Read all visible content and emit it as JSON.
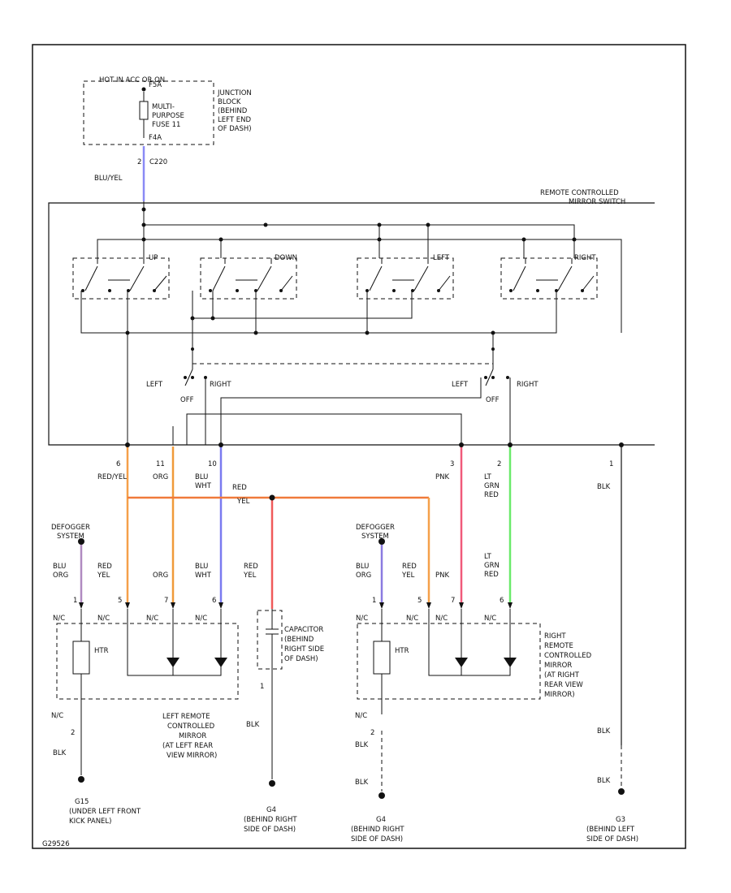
{
  "fuse_block": {
    "header": "HOT IN ACC OR ON",
    "fuse_id": "FUSE 11",
    "fuse_label": [
      "MULTI-",
      "PURPOSE",
      "FUSE 11"
    ],
    "pin_top": "F5A",
    "pin_bottom": "F4A",
    "location": [
      "JUNCTION",
      "BLOCK",
      "(BEHIND",
      "LEFT END",
      "OF DASH)"
    ]
  },
  "feed": {
    "pin": "2",
    "connector": "C220",
    "wire": "BLU/YEL"
  },
  "switch": {
    "title": [
      "REMOTE CONTROLLED",
      "MIRROR SWITCH"
    ],
    "contacts": [
      "UP",
      "DOWN",
      "LEFT",
      "RIGHT"
    ],
    "selector_left": {
      "left": "LEFT",
      "off": "OFF",
      "right": "RIGHT"
    },
    "selector_right": {
      "left": "LEFT",
      "off": "OFF",
      "right": "RIGHT"
    }
  },
  "switch_wires": [
    {
      "pin": "6",
      "wire": "RED/YEL",
      "color": "#f5a04a"
    },
    {
      "pin": "11",
      "wire": "ORG",
      "color": "#f09a3a"
    },
    {
      "pin": "10",
      "wire": [
        "BLU",
        "WHT"
      ],
      "color": "#7a7af0"
    },
    {
      "pin": "3",
      "wire": "PNK",
      "color": "#f05a7a"
    },
    {
      "pin": "2",
      "wire": [
        "LT",
        "GRN",
        "RED"
      ],
      "color": "#6aea6a"
    },
    {
      "pin": "1",
      "wire": "BLK",
      "color": "#333333"
    }
  ],
  "splice_wire": {
    "wire": [
      "RED",
      "YEL"
    ],
    "color": "#f07a3a"
  },
  "defogger_labels": [
    [
      "DEFOGGER",
      "SYSTEM"
    ],
    [
      "DEFOGGER",
      "SYSTEM"
    ]
  ],
  "left_mirror": {
    "wires": [
      {
        "wire": [
          "BLU",
          "ORG"
        ],
        "pin": "1",
        "color": "#b08ac0"
      },
      {
        "wire": [
          "RED",
          "YEL"
        ],
        "pin": "5",
        "color": "#f5a04a"
      },
      {
        "wire": "ORG",
        "pin": "7",
        "color": "#f09a3a"
      },
      {
        "wire": [
          "BLU",
          "WHT"
        ],
        "pin": "6",
        "color": "#7a7af0"
      }
    ],
    "connector_labels": [
      "N/C",
      "N/C",
      "N/C",
      "N/C"
    ],
    "heater": "HTR",
    "ground_pin_connector": "N/C",
    "ground_pin": "2",
    "ground_wire": "BLK",
    "title": [
      "LEFT REMOTE",
      "CONTROLLED",
      "MIRROR",
      "(AT LEFT REAR",
      "VIEW MIRROR)"
    ]
  },
  "capacitor": {
    "wire": [
      "RED",
      "YEL"
    ],
    "color": "#f05a5a",
    "title": [
      "CAPACITOR",
      "(BEHIND",
      "RIGHT SIDE",
      "OF DASH)"
    ],
    "pin": "1",
    "ground_wire": "BLK"
  },
  "right_mirror": {
    "wires": [
      {
        "wire": [
          "BLU",
          "ORG"
        ],
        "pin": "1",
        "color": "#8a7ae0"
      },
      {
        "wire": [
          "RED",
          "YEL"
        ],
        "pin": "5",
        "color": "#f5a04a"
      },
      {
        "wire": "PNK",
        "pin": "7",
        "color": "#f05a7a"
      },
      {
        "wire": [
          "LT",
          "GRN",
          "RED"
        ],
        "pin": "6",
        "color": "#6aea6a"
      }
    ],
    "connector_labels": [
      "N/C",
      "N/C",
      "N/C",
      "N/C"
    ],
    "heater": "HTR",
    "ground_pin_connector": "N/C",
    "ground_pin": "2",
    "ground_wire_upper": "BLK",
    "ground_wire_lower": "BLK",
    "title": [
      "RIGHT",
      "REMOTE",
      "CONTROLLED",
      "MIRROR",
      "(AT RIGHT",
      "REAR VIEW",
      "MIRROR)"
    ]
  },
  "far_right_ground": {
    "wire_upper": "BLK",
    "wire_lower": "BLK"
  },
  "grounds": [
    {
      "id": "G15",
      "desc": [
        "(UNDER LEFT FRONT",
        "KICK PANEL)"
      ]
    },
    {
      "id": "G4",
      "desc": [
        "(BEHIND RIGHT",
        "SIDE OF DASH)"
      ]
    },
    {
      "id": "G4",
      "desc": [
        "(BEHIND RIGHT",
        "SIDE OF DASH)"
      ]
    },
    {
      "id": "G3",
      "desc": [
        "(BEHIND LEFT",
        "SIDE OF DASH)"
      ]
    }
  ],
  "figure_id": "G29526"
}
